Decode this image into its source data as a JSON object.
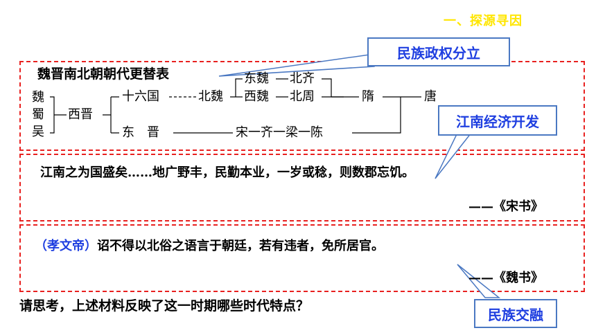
{
  "section_title": "一、探源寻因",
  "callouts": {
    "political": "民族政权分立",
    "economy": "江南经济开发",
    "fusion": "民族交融"
  },
  "dynasty_chart": {
    "title": "魏晋南北朝朝代更替表",
    "three_kingdoms": [
      "魏",
      "蜀",
      "吴"
    ],
    "xijin": "西晋",
    "sixteen": "十六国",
    "beiwei": "北魏",
    "dongwei": "东魏",
    "xiwei": "西魏",
    "beiqi": "北齐",
    "beizhou": "北周",
    "sui": "隋",
    "tang": "唐",
    "dongjin": "东　晋",
    "south_chain": "宋一齐一梁一陈"
  },
  "quote1": {
    "text": "江南之为国盛矣……地广野丰，民勤本业，一岁或稔，则数郡忘饥。",
    "source": "——《宋书》"
  },
  "quote2": {
    "prefix": "（孝文帝）",
    "text": "诏不得以北俗之语言于朝廷，若有违者，免所居官。",
    "source": "——《魏书》"
  },
  "question": "请思考，上述材料反映了这一时期哪些时代特点？",
  "colors": {
    "dashed_border": "#e8201f",
    "callout_border": "#4a78c2",
    "callout_text": "#1f3fe0",
    "title_yellow": "#ffe600"
  }
}
